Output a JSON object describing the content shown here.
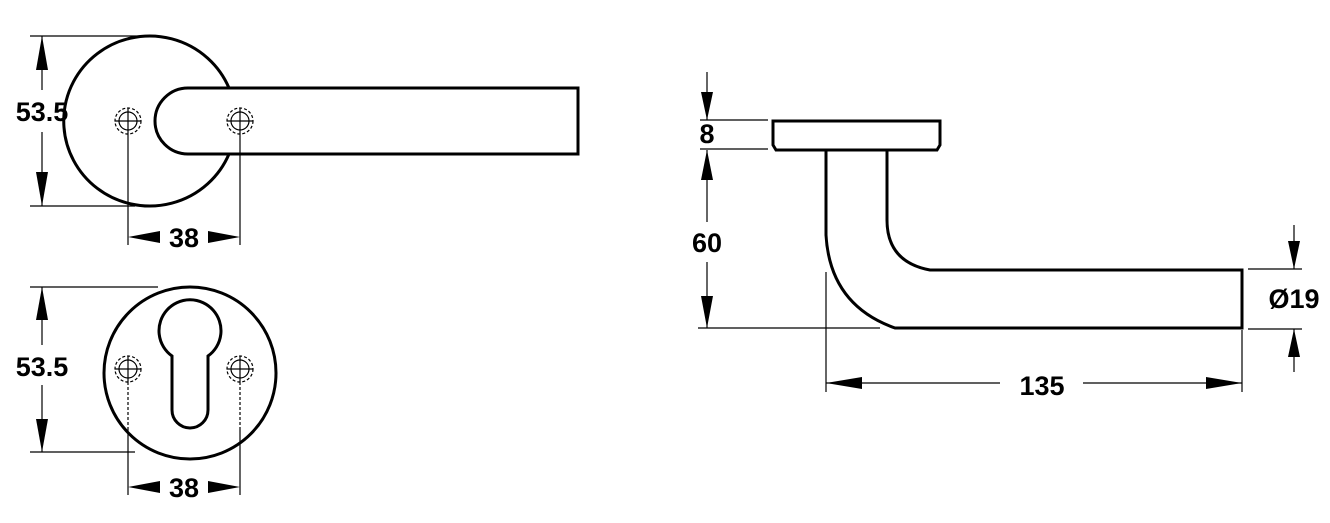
{
  "views": {
    "front_lever": {
      "height_label": "53.5",
      "hole_spacing_label": "38"
    },
    "front_escutcheon": {
      "height_label": "53.5",
      "hole_spacing_label": "38"
    },
    "side": {
      "rose_thickness_label": "8",
      "projection_label": "60",
      "length_label": "135",
      "diameter_label": "Ø19"
    }
  },
  "colors": {
    "line": "#000000",
    "background": "#ffffff"
  }
}
